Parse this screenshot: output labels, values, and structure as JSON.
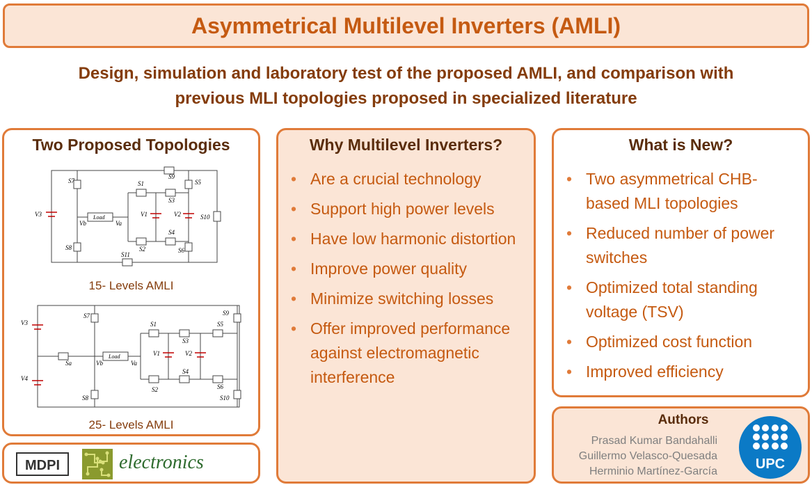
{
  "header": {
    "title": "Asymmetrical Multilevel Inverters (AMLI)",
    "subtitle_line1": "Design, simulation and laboratory test of the proposed AMLI, and comparison with",
    "subtitle_line2": "previous MLI topologies proposed in specialized literature"
  },
  "topologies": {
    "title": "Two Proposed Topologies",
    "diagram15": {
      "caption": "15- Levels AMLI",
      "load": "Load",
      "labels": {
        "S7": "S7",
        "S9": "S9",
        "S5": "S5",
        "S1": "S1",
        "S3": "S3",
        "V3": "V3",
        "Vb": "Vb",
        "Va": "Va",
        "V1": "V1",
        "V2": "V2",
        "S10": "S10",
        "S4": "S4",
        "S8": "S8",
        "S2": "S2",
        "S6": "S6",
        "S11": "S11"
      }
    },
    "diagram25": {
      "caption": "25- Levels AMLI",
      "load": "Load",
      "labels": {
        "S7": "S7",
        "S9": "S9",
        "S5": "S5",
        "S1": "S1",
        "S3": "S3",
        "V3": "V3",
        "Sa": "Sa",
        "Vb": "Vb",
        "Va": "Va",
        "V1": "V1",
        "V2": "V2",
        "V4": "V4",
        "S8": "S8",
        "S2": "S2",
        "S4": "S4",
        "S6": "S6",
        "S10": "S10"
      }
    }
  },
  "why": {
    "title": "Why Multilevel Inverters?",
    "items": [
      "Are a crucial technology",
      "Support high power levels",
      "Have low harmonic distortion",
      "Improve power quality",
      "Minimize switching losses",
      "Offer improved performance against electromagnetic interference"
    ]
  },
  "whats_new": {
    "title": "What is New?",
    "items": [
      "Two asymmetrical CHB-based MLI topologies",
      "Reduced number of power switches",
      "Optimized total standing voltage (TSV)",
      "Optimized cost function",
      "Improved efficiency"
    ]
  },
  "authors": {
    "title": "Authors",
    "names": [
      "Prasad Kumar Bandahalli",
      "Guillermo Velasco-Quesada",
      "Herminio Martínez-García"
    ],
    "upc_logo_text": "UPC"
  },
  "logos": {
    "mdpi": "MDPI",
    "journal": "electronics"
  },
  "colors": {
    "accent": "#e07b39",
    "title_text": "#c55a11",
    "fill": "#fbe5d6",
    "upc_blue": "#0b7ac6"
  }
}
